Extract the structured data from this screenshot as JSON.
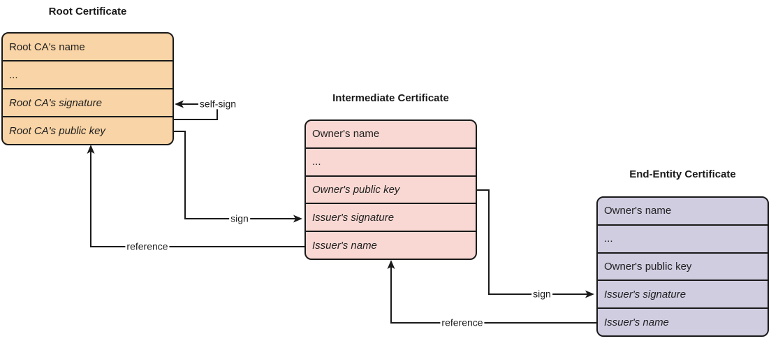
{
  "diagram": {
    "certificates": [
      {
        "id": "root",
        "title": "Root Certificate",
        "rows": [
          "Root CA's name",
          "...",
          "Root CA's signature",
          "Root CA's public key"
        ]
      },
      {
        "id": "intermediate",
        "title": "Intermediate Certificate",
        "rows": [
          "Owner's name",
          "...",
          "Owner's public key",
          "Issuer's signature",
          "Issuer's name"
        ]
      },
      {
        "id": "end_entity",
        "title": "End-Entity Certificate",
        "rows": [
          "Owner's name",
          "...",
          "Owner's public key",
          "Issuer's signature",
          "Issuer's name"
        ]
      }
    ],
    "arrows": [
      {
        "label": "self-sign"
      },
      {
        "label": "sign"
      },
      {
        "label": "reference"
      },
      {
        "label": "sign"
      },
      {
        "label": "reference"
      }
    ],
    "colors": {
      "root_fill": "#F9D4A6",
      "intermediate_fill": "#F9D8D3",
      "end_entity_fill": "#D1CDE1",
      "stroke": "#1A1A1A",
      "background": "#FFFFFF"
    }
  }
}
